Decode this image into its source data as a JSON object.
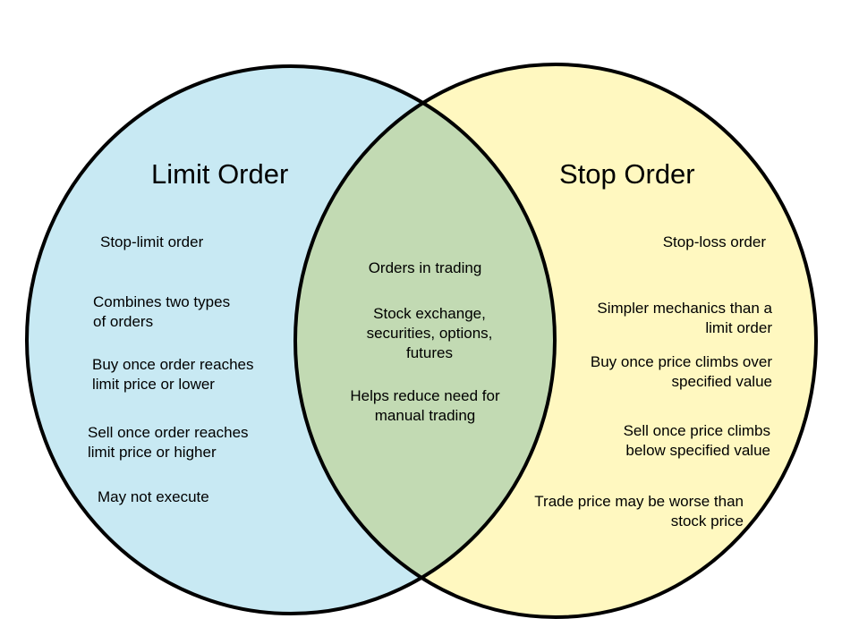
{
  "colors": {
    "left": "#c8e9f3",
    "right": "#fff8c0",
    "overlap": "#c2dab3",
    "stroke": "#000000"
  },
  "left": {
    "title": "Limit Order",
    "items": [
      "Stop-limit order",
      "Combines two types\nof orders",
      "Buy once order reaches\nlimit price or lower",
      "Sell once order reaches\nlimit price or higher",
      "May not execute"
    ]
  },
  "center": {
    "items": [
      "Orders in trading",
      "Stock exchange,\nsecurities, options,\nfutures",
      "Helps reduce need for\nmanual trading"
    ]
  },
  "right": {
    "title": "Stop Order",
    "items": [
      "Stop-loss order",
      "Simpler mechanics than a\nlimit order",
      "Buy once price climbs over\nspecified value",
      "Sell once price climbs\nbelow specified value",
      "Trade price may be worse than\nstock price"
    ]
  }
}
